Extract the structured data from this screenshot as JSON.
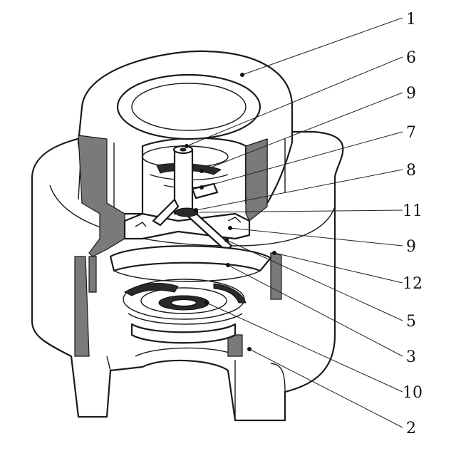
{
  "callouts": [
    {
      "id": "c1",
      "label": "1"
    },
    {
      "id": "c6",
      "label": "6"
    },
    {
      "id": "c9a",
      "label": "9"
    },
    {
      "id": "c7",
      "label": "7"
    },
    {
      "id": "c8",
      "label": "8"
    },
    {
      "id": "c11",
      "label": "11"
    },
    {
      "id": "c9b",
      "label": "9"
    },
    {
      "id": "c12",
      "label": "12"
    },
    {
      "id": "c5",
      "label": "5"
    },
    {
      "id": "c3",
      "label": "3"
    },
    {
      "id": "c10",
      "label": "10"
    },
    {
      "id": "c2",
      "label": "2"
    }
  ]
}
